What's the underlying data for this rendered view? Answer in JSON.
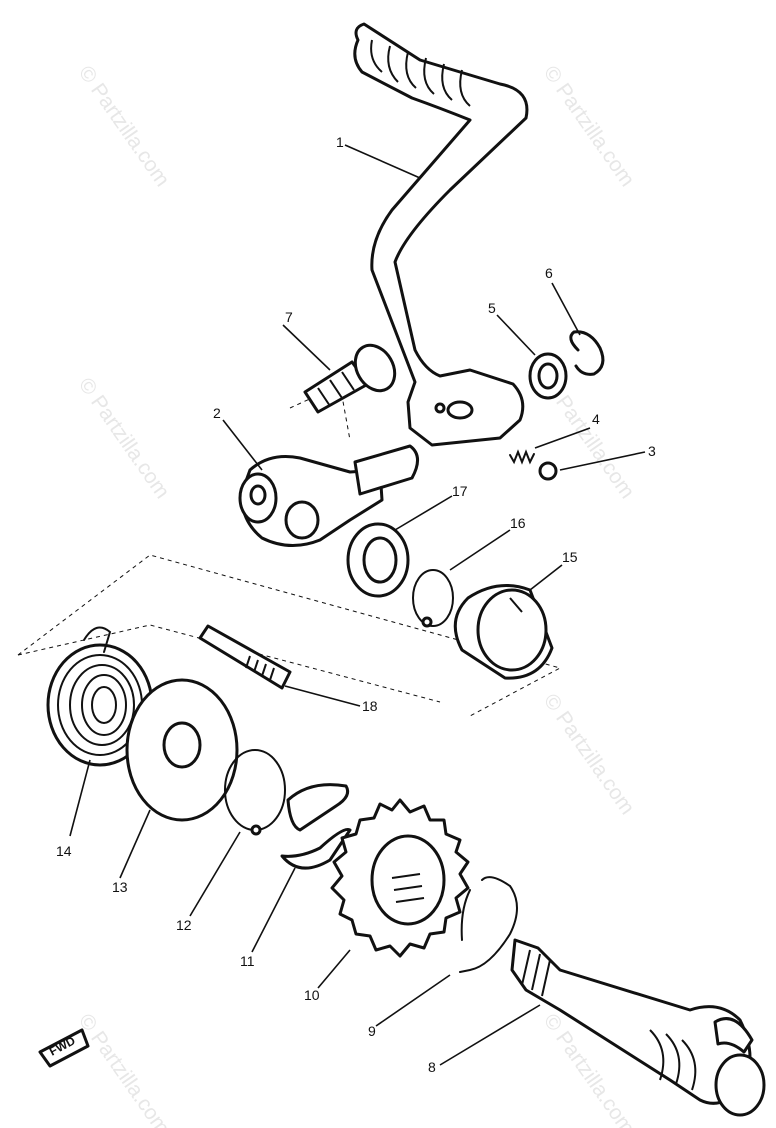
{
  "watermark": {
    "text": "© Partzilla.com",
    "color": "#e7e7e7"
  },
  "fwd_badge": {
    "text": "FWD"
  },
  "callouts": [
    {
      "id": "1",
      "text": "1"
    },
    {
      "id": "2",
      "text": "2"
    },
    {
      "id": "3",
      "text": "3"
    },
    {
      "id": "4",
      "text": "4"
    },
    {
      "id": "5",
      "text": "5"
    },
    {
      "id": "6",
      "text": "6"
    },
    {
      "id": "7",
      "text": "7"
    },
    {
      "id": "8",
      "text": "8"
    },
    {
      "id": "9",
      "text": "9"
    },
    {
      "id": "10",
      "text": "10"
    },
    {
      "id": "11",
      "text": "11"
    },
    {
      "id": "12",
      "text": "12"
    },
    {
      "id": "13",
      "text": "13"
    },
    {
      "id": "14",
      "text": "14"
    },
    {
      "id": "15",
      "text": "15"
    },
    {
      "id": "16",
      "text": "16"
    },
    {
      "id": "17",
      "text": "17"
    },
    {
      "id": "18",
      "text": "18"
    }
  ],
  "colors": {
    "ink": "#111111",
    "background": "#ffffff"
  }
}
